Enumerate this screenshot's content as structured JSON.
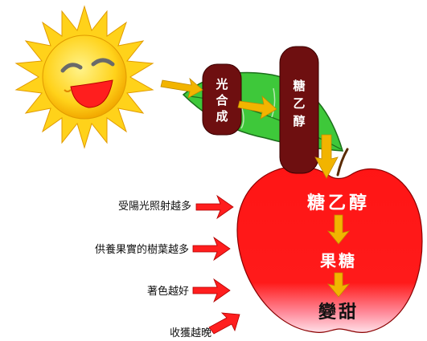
{
  "process": {
    "photosynthesis": "光合成",
    "sugar_alcohol_leaf": "糖乙醇",
    "sugar_alcohol_apple": "糖乙醇",
    "fructose": "果糖",
    "sweet": "變甜"
  },
  "conditions": [
    "受陽光照射越多",
    "供養果實的樹葉越多",
    "著色越好",
    "收獲越晚"
  ],
  "colors": {
    "sun": "#ffd21a",
    "apple_red": "#ff1a1a",
    "leaf_green": "#3ec83a",
    "pill": "#6e0f10",
    "arrow_yellow": "#f2b400",
    "arrow_red": "#ff1e1e"
  }
}
